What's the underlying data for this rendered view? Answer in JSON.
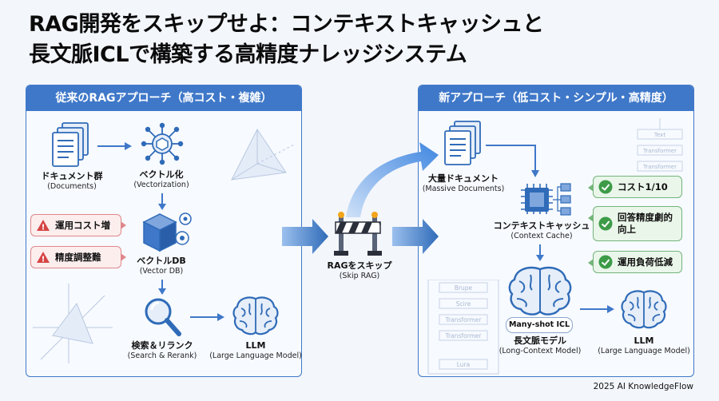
{
  "title": {
    "line1": "RAG開発をスキップせよ：コンテキストキャッシュと",
    "line2": "長文脈ICLで構築する高精度ナレッジシステム"
  },
  "left_panel": {
    "header": "従来のRAGアプローチ（高コスト・複雑）",
    "documents": {
      "label": "ドキュメント群",
      "sub": "(Documents)"
    },
    "vectorization": {
      "label": "ベクトル化",
      "sub": "(Vectorization)"
    },
    "vector_db": {
      "label": "ベクトルDB",
      "sub": "(Vector DB)"
    },
    "search": {
      "label": "検索＆リランク",
      "sub": "(Search & Rerank)"
    },
    "llm": {
      "label": "LLM",
      "sub": "(Large Language Model)"
    },
    "warnings": [
      "運用コスト増",
      "精度調整難"
    ]
  },
  "center": {
    "label": "RAGをスキップ",
    "sub": "(Skip RAG)"
  },
  "right_panel": {
    "header": "新アプローチ（低コスト・シンプル・高精度）",
    "massive_docs": {
      "label": "大量ドキュメント",
      "sub": "(Massive Documents)"
    },
    "context_cache": {
      "label": "コンテキストキャッシュ",
      "sub": "(Context Cache)"
    },
    "long_context": {
      "label": "長文脈モデル",
      "sub": "(Long-Context Model)",
      "pill": "Many-shot ICL"
    },
    "llm": {
      "label": "LLM",
      "sub": "(Large Language Model)"
    },
    "benefits": [
      "コスト1/10",
      "回答精度劇的",
      "向上",
      "運用負荷低減"
    ],
    "bg_layers_top": [
      "Text",
      "Transformer",
      "Transformer"
    ],
    "bg_layers_bottom": [
      "Brupe",
      "Scire",
      "Transformer",
      "Transformer",
      "Lura"
    ]
  },
  "footer": "2025 AI KnowledgeFlow",
  "colors": {
    "accent": "#3f78c9",
    "warning": "#e0878a",
    "success": "#74b57a",
    "icon": "#2f6bb8"
  }
}
